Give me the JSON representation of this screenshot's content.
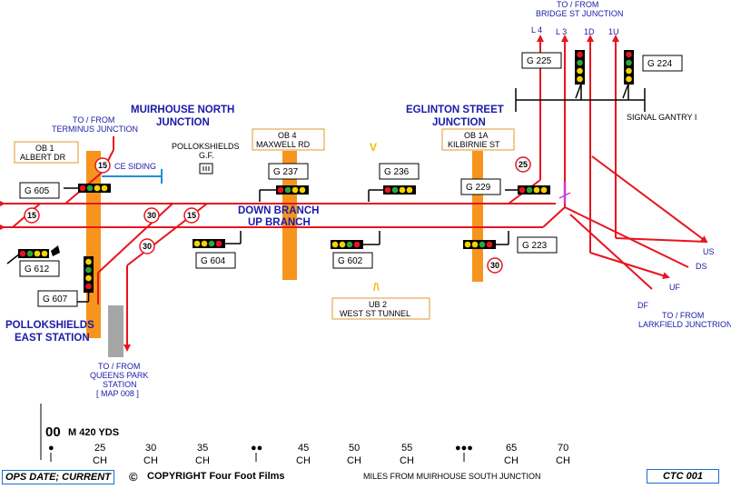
{
  "junctions": {
    "muirhouse_north": [
      "MUIRHOUSE NORTH",
      "JUNCTION"
    ],
    "eglington_street": [
      "EGLINTON STREET",
      "JUNCTION"
    ],
    "pollokshields_east": [
      "POLLOKSHIELDS",
      "EAST STATION"
    ]
  },
  "destinations": {
    "terminus": [
      "TO / FROM",
      "TERMINUS JUNCTION"
    ],
    "bridge_st": [
      "TO / FROM",
      "BRIDGE ST JUNCTION"
    ],
    "queens_park": [
      "TO / FROM",
      "QUEENS PARK",
      "STATION",
      "[ MAP 008 ]"
    ],
    "larkfield": [
      "TO / FROM",
      "LARKFIELD JUNCTRION"
    ]
  },
  "bridges": {
    "ob1": [
      "OB 1",
      "ALBERT DR"
    ],
    "ob4": [
      "OB 4",
      "MAXWELL RD"
    ],
    "ob1a": [
      "OB 1A",
      "KILBIRNIE ST"
    ],
    "ub2": [
      "UB 2",
      "WEST ST TUNNEL"
    ]
  },
  "signals": {
    "g605": "G 605",
    "g612": "G 612",
    "g607": "G 607",
    "g604": "G 604",
    "g237": "G 237",
    "g602": "G 602",
    "g236": "G 236",
    "g229": "G 229",
    "g223": "G 223",
    "g225": "G 225",
    "g224": "G 224"
  },
  "speeds": {
    "s15": "15",
    "s30": "30",
    "s25": "25"
  },
  "lines": {
    "ce_siding": "CE SIDING",
    "down_branch": "DOWN BRANCH",
    "up_branch": "UP BRANCH",
    "gf": [
      "POLLOKSHIELDS",
      "G.F."
    ],
    "gantry": "SIGNAL GANTRY  I",
    "l4": "L 4",
    "l3": "L 3",
    "d1": "1D",
    "u1": "1U",
    "us": "US",
    "ds": "DS",
    "uf": "UF",
    "df": "DF"
  },
  "mileage": {
    "base_big": "00",
    "base_small": "M 420 YDS",
    "ticks": [
      "25",
      "30",
      "35",
      "45",
      "50",
      "55",
      "65",
      "70"
    ],
    "unit": "CH",
    "caption": "MILES FROM MUIRHOUSE SOUTH JUNCTION"
  },
  "footer": {
    "ops_date": "OPS DATE; CURRENT",
    "copyright_symbol": "©",
    "copyright": "COPYRIGHT Four Foot Films",
    "map_id": "CTC 001"
  },
  "colors": {
    "track": "#e8141e",
    "bridge": "#f7941d",
    "label_blue": "#1a1aa8",
    "box_border_orange": "#e09a2a",
    "footer_border": "#1a6fd0",
    "siding_blue": "#1f8fd8",
    "platform_grey": "#a6a6a6",
    "switch_magenta": "#c040d0"
  }
}
